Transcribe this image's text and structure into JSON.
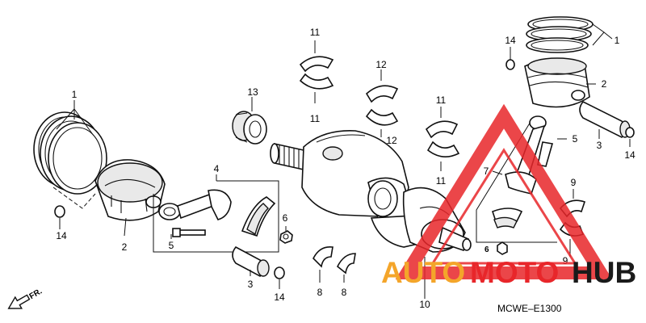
{
  "callouts": {
    "ring_set_left": "1",
    "ring_set_right": "1",
    "piston_left": "2",
    "piston_right": "2",
    "pin_left": "3",
    "pin_right": "3",
    "conrod_assy": "4",
    "conrod_bolt_left": "5",
    "conrod_bolt_right": "5",
    "nut_left": "6",
    "nut_right": "6",
    "conrod_right": "7",
    "bearing_8a": "8",
    "bearing_8b": "8",
    "bearing_9a": "9",
    "bearing_9b": "9",
    "crankshaft": "10",
    "bearing_11_top_up": "11",
    "bearing_11_top_down": "11",
    "bearing_11_mid_up": "11",
    "bearing_11_mid_down": "11",
    "bearing_12_up": "12",
    "bearing_12_down": "12",
    "gear_13": "13",
    "clip_left": "14",
    "clip_right_top": "14",
    "clip_right_pin": "14",
    "clip_bottom": "14"
  },
  "front_marker": "FR.",
  "diagram_code": "MCWE–E1300",
  "watermark": {
    "text_auto": "AUTO",
    "text_moto": "MOTO",
    "text_hub": "HUB",
    "color_red": "#e8262a",
    "color_orange": "#f4a52a",
    "color_dark": "#1a1a1a"
  }
}
